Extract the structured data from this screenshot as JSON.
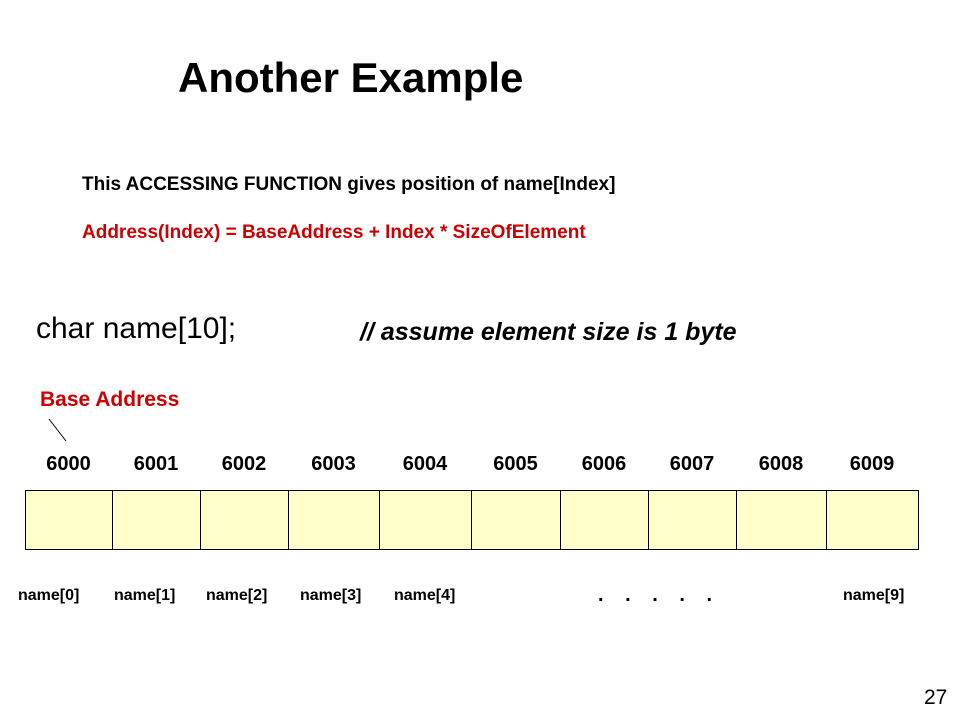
{
  "slide": {
    "title": "Another Example",
    "description": "This ACCESSING FUNCTION gives position of name[Index]",
    "formula": "Address(Index) = BaseAddress + Index * SizeOfElement",
    "declaration": "char  name[10];",
    "comment": "// assume element size is 1 byte",
    "base_address_label": "Base Address",
    "addresses": [
      "6000",
      "6001",
      "6002",
      "6003",
      "6004",
      "6005",
      "6006",
      "6007",
      "6008",
      "6009"
    ],
    "element_labels": [
      "name[0]",
      "name[1]",
      "name[2]",
      "name[3]",
      "name[4]"
    ],
    "ellipsis": ". . . . .",
    "last_label": "name[9]",
    "page_number": "27"
  },
  "colors": {
    "accent": "#cc0000",
    "cell_fill": "#ffffcc",
    "text": "#000000"
  }
}
